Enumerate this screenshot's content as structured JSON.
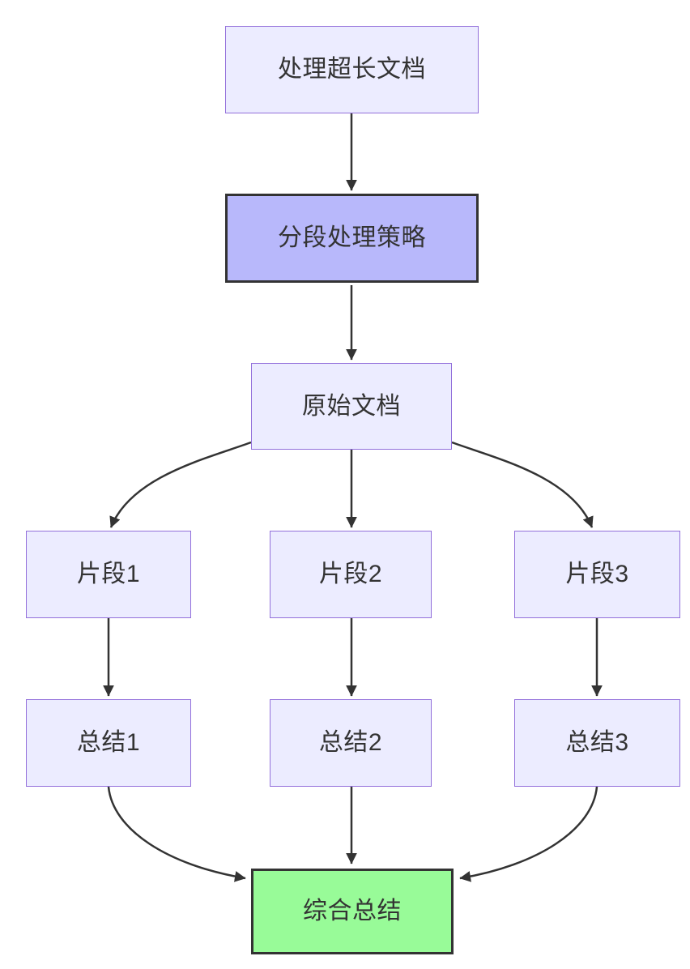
{
  "diagram": {
    "type": "flowchart",
    "direction": "top-down",
    "colors": {
      "node_fill": "#ECECFF",
      "node_border": "#9370DB",
      "emphasis_fill": "#B8B8FB",
      "emphasis_border": "#333333",
      "result_fill": "#98FB98",
      "result_border": "#333333",
      "edge": "#333333",
      "text": "#333333"
    }
  },
  "nodes": {
    "A": {
      "label": "处理超长文档",
      "style": "default"
    },
    "B": {
      "label": "分段处理策略",
      "style": "emphasis"
    },
    "C": {
      "label": "原始文档",
      "style": "default"
    },
    "D1": {
      "label": "片段1",
      "style": "default"
    },
    "D2": {
      "label": "片段2",
      "style": "default"
    },
    "D3": {
      "label": "片段3",
      "style": "default"
    },
    "E1": {
      "label": "总结1",
      "style": "default"
    },
    "E2": {
      "label": "总结2",
      "style": "default"
    },
    "E3": {
      "label": "总结3",
      "style": "default"
    },
    "F": {
      "label": "综合总结",
      "style": "result"
    }
  },
  "edges": [
    {
      "from": "A",
      "to": "B"
    },
    {
      "from": "B",
      "to": "C"
    },
    {
      "from": "C",
      "to": "D1"
    },
    {
      "from": "C",
      "to": "D2"
    },
    {
      "from": "C",
      "to": "D3"
    },
    {
      "from": "D1",
      "to": "E1"
    },
    {
      "from": "D2",
      "to": "E2"
    },
    {
      "from": "D3",
      "to": "E3"
    },
    {
      "from": "E1",
      "to": "F"
    },
    {
      "from": "E2",
      "to": "F"
    },
    {
      "from": "E3",
      "to": "F"
    }
  ]
}
